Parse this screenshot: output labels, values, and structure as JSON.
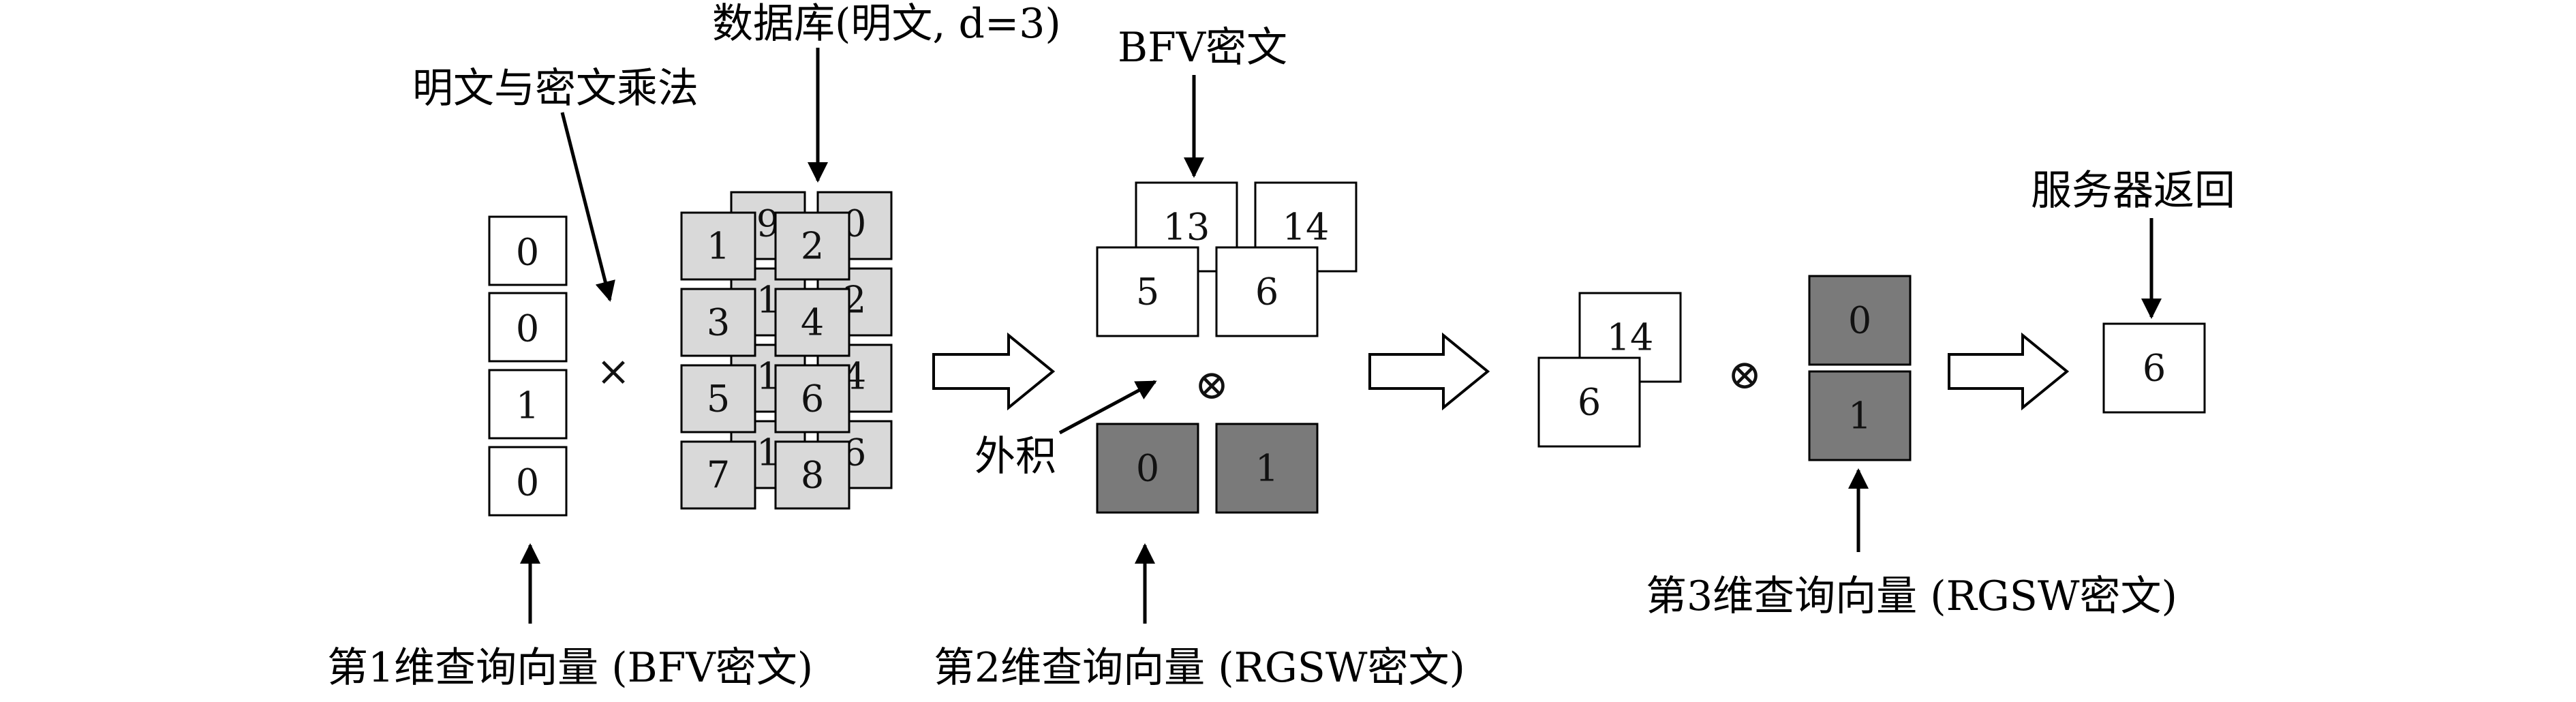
{
  "labels": {
    "mult_note": "明文与密文乘法",
    "database": "数据库(明文, d=3)",
    "bfv_cipher": "BFV密文",
    "server_return": "服务器返回",
    "outer_product": "外积",
    "query1": "第1维查询向量 (BFV密文)",
    "query2": "第2维查询向量 (RGSW密文)",
    "query3": "第3维查询向量 (RGSW密文)"
  },
  "symbols": {
    "times": "×",
    "otimes": "⊗"
  },
  "query1_vector": [
    "0",
    "0",
    "1",
    "0"
  ],
  "database": {
    "front": [
      [
        "1",
        "2"
      ],
      [
        "3",
        "4"
      ],
      [
        "5",
        "6"
      ],
      [
        "7",
        "8"
      ]
    ],
    "back_visible": [
      [
        "9",
        "0"
      ],
      [
        "1",
        "2"
      ],
      [
        "1",
        "4"
      ],
      [
        "1",
        "6"
      ]
    ]
  },
  "stage2_bfv": {
    "back": [
      "13",
      "14"
    ],
    "front": [
      "5",
      "6"
    ]
  },
  "query2_vector": [
    "0",
    "1"
  ],
  "stage3_bfv": {
    "back": "14",
    "front": "6"
  },
  "query3_vector": [
    "0",
    "1"
  ],
  "result": "6",
  "colors": {
    "plain_box": "#ffffff",
    "database_cell": "#d9d9d9",
    "rgsw_cell": "#7a7a7a",
    "stroke": "#000000"
  }
}
